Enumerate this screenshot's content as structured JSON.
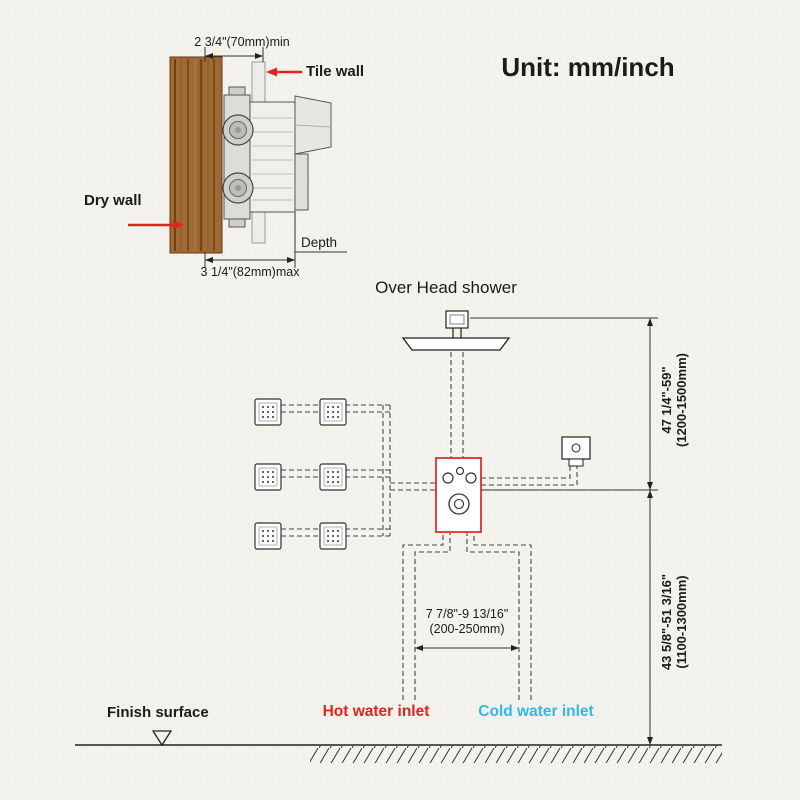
{
  "unit_label": "Unit: mm/inch",
  "rough_in": {
    "dim_top": "2 3/4\"(70mm)min",
    "tile_wall_label": "Tile wall",
    "dry_wall_label": "Dry wall",
    "depth_label": "Depth",
    "dim_bottom": "3 1/4\"(82mm)max"
  },
  "installation": {
    "overhead_label": "Over Head shower",
    "dim_upper_in": "47 1/4\"-59\"",
    "dim_upper_mm": "(1200-1500mm)",
    "dim_lower_in": "43 5/8\"-51 3/16\"",
    "dim_lower_mm": "(1100-1300mm)",
    "dim_width_in": "7 7/8\"-9 13/16\"",
    "dim_width_mm": "(200-250mm)",
    "hot_inlet_label": "Hot water inlet",
    "cold_inlet_label": "Cold water inlet",
    "finish_surface_label": "Finish surface"
  },
  "colors": {
    "accent_red": "#e02420",
    "accent_cyan": "#2fb9e9",
    "background": "#f3f2ec",
    "line": "#333333",
    "wood": "#a06a35"
  }
}
